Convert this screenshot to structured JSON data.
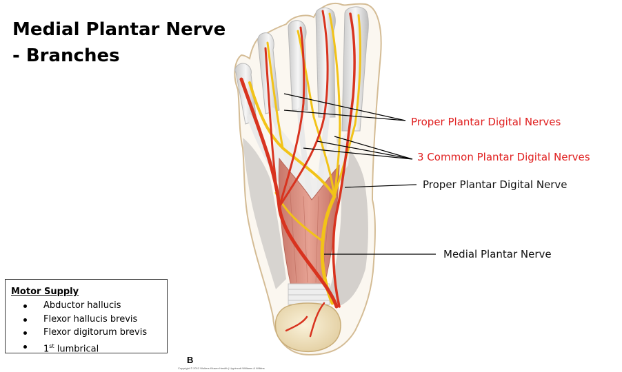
{
  "title": {
    "line1": "Medial Plantar Nerve",
    "line2": "- Branches"
  },
  "labels": {
    "proper_plantar_digital_nerves": "Proper Plantar Digital Nerves",
    "common_plantar_digital_nerves": "3 Common Plantar Digital Nerves",
    "proper_plantar_digital_nerve": "Proper Plantar Digital Nerve",
    "medial_plantar_nerve": "Medial Plantar Nerve"
  },
  "motor_supply": {
    "title": "Motor Supply",
    "items": [
      "Abductor hallucis",
      "Flexor hallucis brevis",
      "Flexor digitorum brevis"
    ],
    "lumbrical_ordinal": "1",
    "lumbrical_suffix": "st",
    "lumbrical_text": " lumbrical"
  },
  "figure_letter": "B",
  "copyright": "Copyright © 2012 Wolters Kluwer Health | Lippincott Williams & Wilkins",
  "colors": {
    "label_red": "#e02020",
    "nerve_yellow": "#f2c318",
    "artery_red": "#d8331f",
    "muscle": "#d9887a",
    "skin_outline": "#d4bc95"
  }
}
